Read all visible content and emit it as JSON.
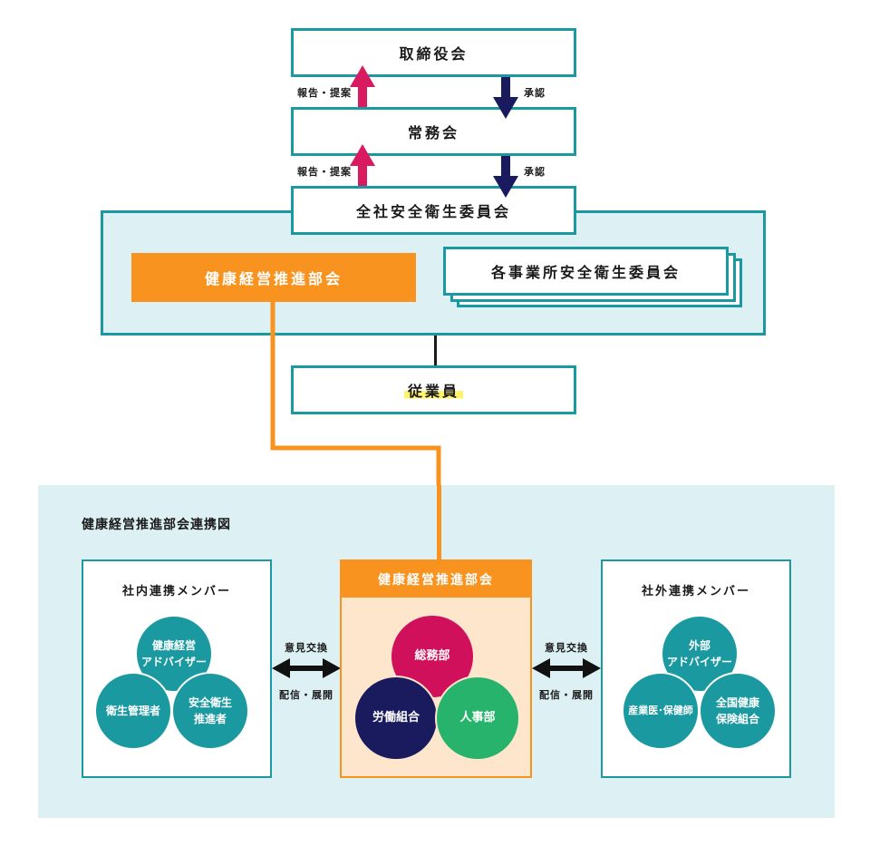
{
  "colors": {
    "teal": "#1a9aa0",
    "orange": "#f7931e",
    "light_teal_bg": "#ddf1f4",
    "pale_orange": "#fde6cc",
    "pink": "#d81b60",
    "navy": "#1a1a5e",
    "magenta": "#d0105a",
    "green": "#27b36b",
    "circle_teal": "#1a9aa0"
  },
  "org": {
    "board": "取締役会",
    "executive": "常務会",
    "committee": "全社安全衛生委員会",
    "health_dept": "健康経営推進部会",
    "site_committee": "各事業所安全衛生委員会",
    "employees": "従業員",
    "report_label_1": "報告・提案",
    "approve_label_1": "承認",
    "report_label_2": "報告・提案",
    "approve_label_2": "承認"
  },
  "collab": {
    "title": "健康経営推進部会連携図",
    "internal": {
      "title": "社内連携メンバー",
      "members": [
        "健康経営\nアドバイザー",
        "衛生管理者",
        "安全衛生\n推進者"
      ]
    },
    "center": {
      "title": "健康経営推進部会",
      "members": [
        "総務部",
        "労働組合",
        "人事部"
      ]
    },
    "external": {
      "title": "社外連携メンバー",
      "members": [
        "外部\nアドバイザー",
        "産業医･保健師",
        "全国健康\n保険組合"
      ]
    },
    "left_exchange_top": "意見交換",
    "left_exchange_bottom": "配信・展開",
    "right_exchange_top": "意見交換",
    "right_exchange_bottom": "配信・展開"
  }
}
